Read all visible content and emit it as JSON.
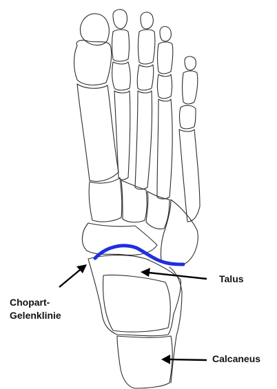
{
  "labels": {
    "talus": "Talus",
    "calcaneus": "Calcaneus",
    "chopart_line1": "Chopart-",
    "chopart_line2": "Gelenklinie"
  },
  "colors": {
    "joint_line": "#1f2fe0",
    "outline": "#2b2b2b",
    "arrow": "#000000",
    "background": "#ffffff"
  }
}
